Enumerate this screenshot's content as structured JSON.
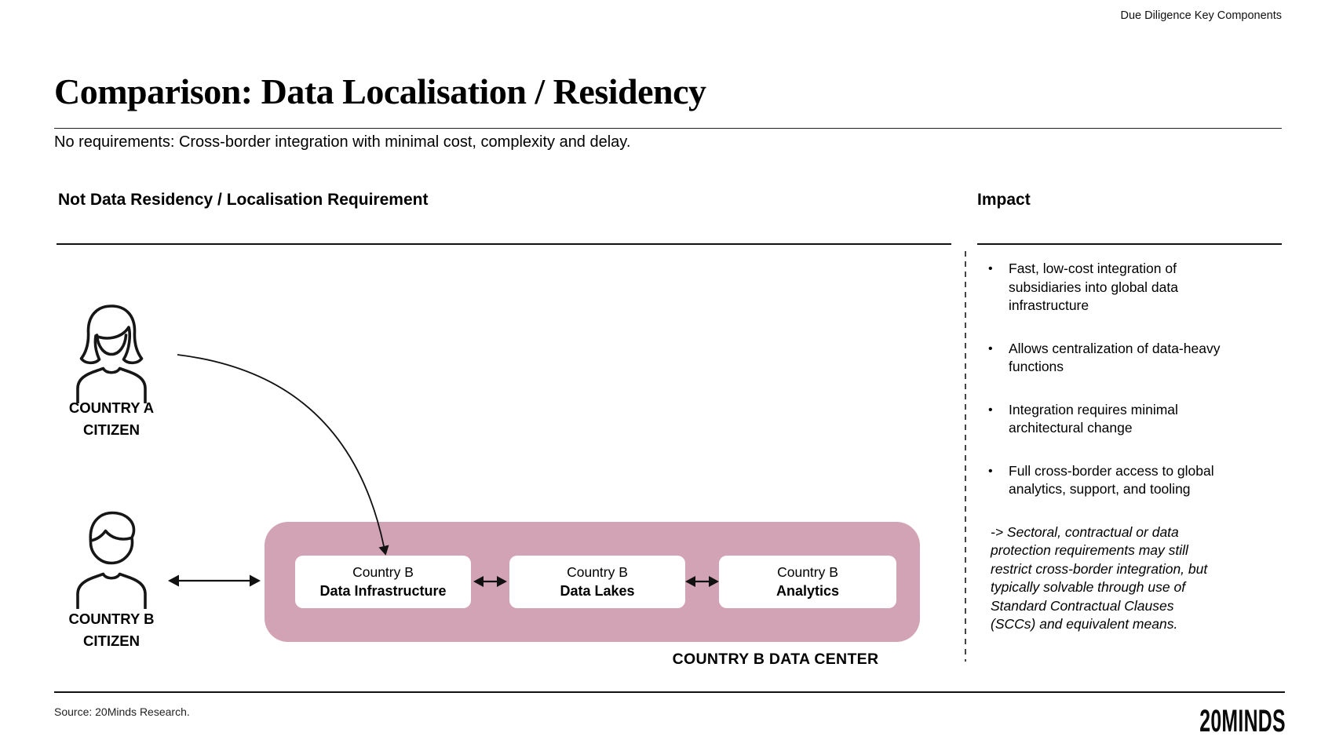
{
  "header": {
    "eyebrow": "Due Diligence Key Components"
  },
  "title": "Comparison: Data Localisation / Residency",
  "subtitle": "No requirements: Cross-border integration with minimal cost, complexity and delay.",
  "left_panel": {
    "heading": "Not Data Residency / Localisation Requirement",
    "citizen_a": {
      "line1": "COUNTRY A",
      "line2": "CITIZEN"
    },
    "citizen_b": {
      "line1": "COUNTRY B",
      "line2": "CITIZEN"
    },
    "data_center": {
      "label": "COUNTRY B DATA CENTER",
      "boxes": [
        {
          "line1": "Country B",
          "line2": "Data Infrastructure"
        },
        {
          "line1": "Country B",
          "line2": "Data Lakes"
        },
        {
          "line1": "Country B",
          "line2": "Analytics"
        }
      ]
    }
  },
  "impact_panel": {
    "heading": "Impact",
    "bullet_glyph": "•",
    "bullets": [
      "Fast, low-cost integration of subsidiaries into global data infrastructure",
      "Allows centralization of data-heavy functions",
      "Integration requires minimal architectural change",
      "Full cross-border access to global analytics, support, and tooling"
    ],
    "note": "-> Sectoral, contractual or data protection requirements may still restrict cross-border integration, but typically solvable through use of Standard Contractual Clauses (SCCs) and equivalent means."
  },
  "footer": {
    "source": "Source: 20Minds Research.",
    "logo": "20MINDS"
  },
  "colors": {
    "accent_pink": "#d2a3b4",
    "text": "#111111"
  }
}
